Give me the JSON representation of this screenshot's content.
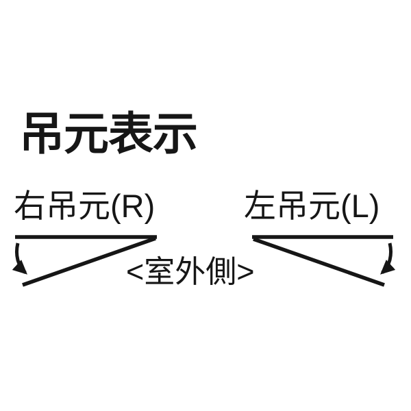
{
  "page": {
    "background_color": "#ffffff",
    "ink_color": "#161616"
  },
  "title": "吊元表示",
  "diagrams": {
    "right_hinge": {
      "label": "右吊元(R)"
    },
    "left_hinge": {
      "label": "左吊元(L)"
    }
  },
  "center_label": "<室外側>"
}
